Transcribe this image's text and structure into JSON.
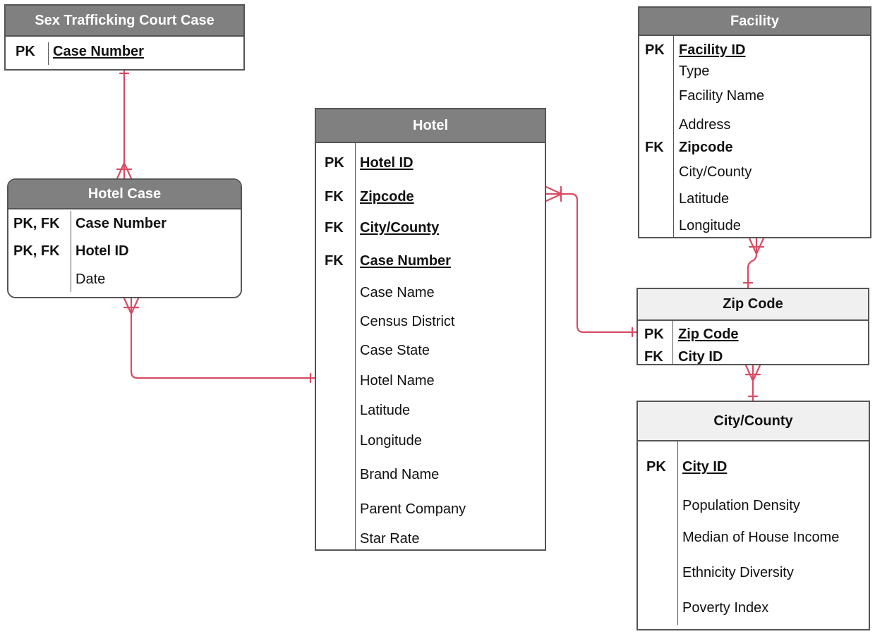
{
  "line_color": "#d94b63",
  "header_color": "#808080",
  "header_light_color": "#f0f0f0",
  "entities": {
    "court_case": {
      "title": "Sex Trafficking Court Case",
      "rows": [
        {
          "key": "PK",
          "attr": "Case Number"
        }
      ]
    },
    "hotel_case": {
      "title": "Hotel Case",
      "rows": [
        {
          "key": "PK, FK",
          "attr": "Case Number"
        },
        {
          "key": "PK, FK",
          "attr": "Hotel ID"
        },
        {
          "key": "",
          "attr": "Date"
        }
      ]
    },
    "hotel": {
      "title": "Hotel",
      "rows": [
        {
          "key": "PK",
          "attr": "Hotel ID"
        },
        {
          "key": "FK",
          "attr": "Zipcode"
        },
        {
          "key": "FK",
          "attr": "City/County"
        },
        {
          "key": "FK",
          "attr": "Case Number"
        },
        {
          "key": "",
          "attr": "Case Name"
        },
        {
          "key": "",
          "attr": "Census District"
        },
        {
          "key": "",
          "attr": "Case State"
        },
        {
          "key": "",
          "attr": "Hotel Name"
        },
        {
          "key": "",
          "attr": "Latitude"
        },
        {
          "key": "",
          "attr": "Longitude"
        },
        {
          "key": "",
          "attr": "Brand Name"
        },
        {
          "key": "",
          "attr": "Parent Company"
        },
        {
          "key": "",
          "attr": "Star Rate"
        }
      ]
    },
    "facility": {
      "title": "Facility",
      "rows": [
        {
          "key": "PK",
          "attr": "Facility ID"
        },
        {
          "key": "",
          "attr": "Type"
        },
        {
          "key": "",
          "attr": "Facility Name"
        },
        {
          "key": "",
          "attr": "Address"
        },
        {
          "key": "FK",
          "attr": "Zipcode"
        },
        {
          "key": "",
          "attr": "City/County"
        },
        {
          "key": "",
          "attr": "Latitude"
        },
        {
          "key": "",
          "attr": "Longitude"
        }
      ]
    },
    "zip_code": {
      "title": "Zip Code",
      "rows": [
        {
          "key": "PK",
          "attr": "Zip Code"
        },
        {
          "key": "FK",
          "attr": "City ID"
        }
      ]
    },
    "city_county": {
      "title": "City/County",
      "rows": [
        {
          "key": "PK",
          "attr": "City ID"
        },
        {
          "key": "",
          "attr": "Population Density"
        },
        {
          "key": "",
          "attr": "Median of House Income"
        },
        {
          "key": "",
          "attr": "Ethnicity Diversity"
        },
        {
          "key": "",
          "attr": "Poverty Index"
        }
      ]
    }
  }
}
